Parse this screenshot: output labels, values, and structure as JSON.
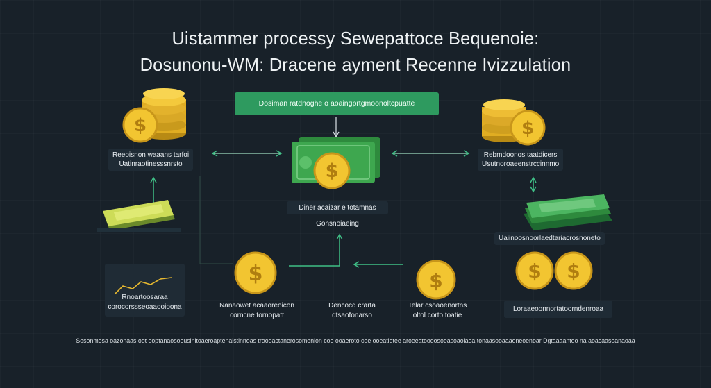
{
  "title": {
    "line1": "Uistammer processy Sewepattoce Bequenoie:",
    "line2": "Dosunonu-WM: Dracene ayment Recenne Ivizzulation"
  },
  "banner": {
    "text": "Dosiman ratdnoghe o aoaingprtgmoonoltcpuatte"
  },
  "center_node": {
    "line1": "Diner acaizar e totamnas",
    "line2": "Gonsnoiaeing"
  },
  "left_top_label": {
    "line1": "Reeoisnon waaans tarfoi",
    "line2": "Uatinraotinesssnrsto"
  },
  "right_top_label": {
    "line1": "Rebmdoonos taatdicers",
    "line2": "Usutnoroaeenstrccinnmo"
  },
  "left_panel": {
    "line1": "Rnoartoosaraa",
    "line2": "corocorssseoaaooioona"
  },
  "right_mid_label": {
    "text": "Uaiinoosnoorlaedtariacrosnoneto"
  },
  "right_bottom_label": {
    "text": "Loraaeoonnortatoorndenroaa"
  },
  "bottom_captions": [
    {
      "line1": "Nanaowet acaaoreoicon",
      "line2": "corncne tornopatt"
    },
    {
      "line1": "Dencocd crarta",
      "line2": "dtsaofonarso"
    },
    {
      "line1": "Telar csoaoenortns",
      "line2": "oltol corto toatie"
    }
  ],
  "footer": {
    "text": "Sosonmesa oazonaas oot ooptanaosoeuslnitoaeroaptenaistlnnoas troooactanerosomenlon coe ooaeroto coe ooeatiotee aroeeatoooosoeasoaoiaoa tonaasooaaaoneoenoar Dgtaaaantoo na aoacaasoanaoaa"
  },
  "colors": {
    "background": "#182129",
    "accent_green": "#2e9a5f",
    "arrow_green": "#3fbf86",
    "coin_gold": "#f2c531",
    "cash_green": "#3ea74f",
    "label_bg": "#1f2b35"
  }
}
